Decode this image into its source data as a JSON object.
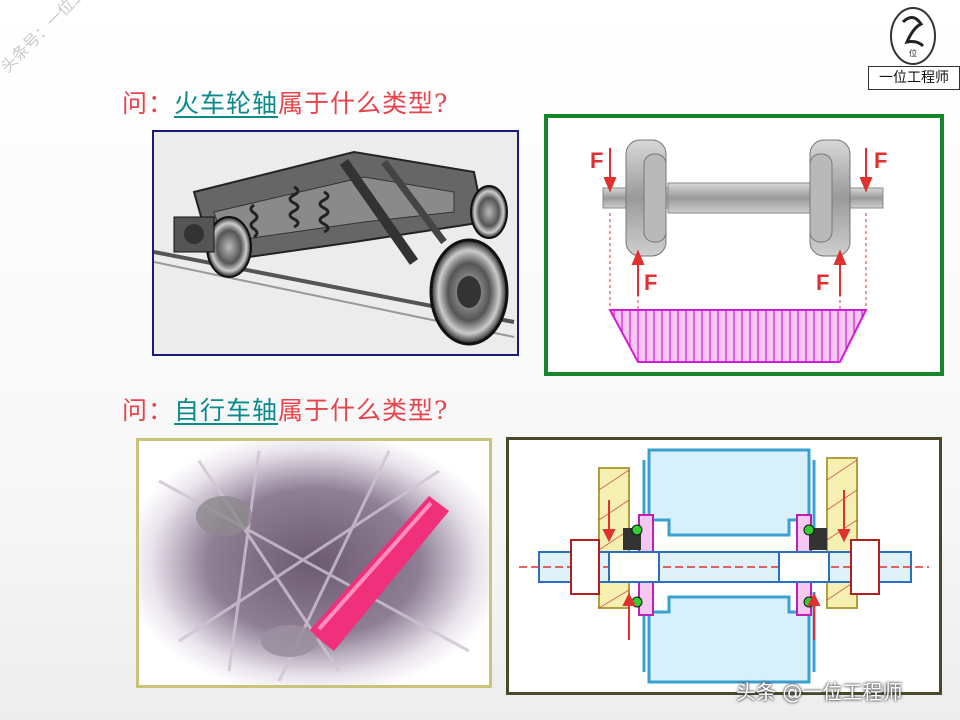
{
  "watermark": "头条号：一位工程师",
  "logo": {
    "label": "一位工程师",
    "mark_char": "位"
  },
  "question1": {
    "lead": "问：",
    "key": "火车轮轴",
    "tail": "属于什么类型?"
  },
  "question2": {
    "lead": "问：",
    "key": "自行车轴",
    "tail": "属于什么类型?"
  },
  "train_axle_diagram": {
    "force_label": "F"
  },
  "footer_watermark": "头条 @一位工程师",
  "colors": {
    "question_red": "#e8424a",
    "question_teal": "#0a8a8a",
    "frame_navy": "#1b1a7a",
    "frame_green": "#17852a",
    "frame_olive": "#c9c47a",
    "moment_magenta": "#d21ed2"
  }
}
